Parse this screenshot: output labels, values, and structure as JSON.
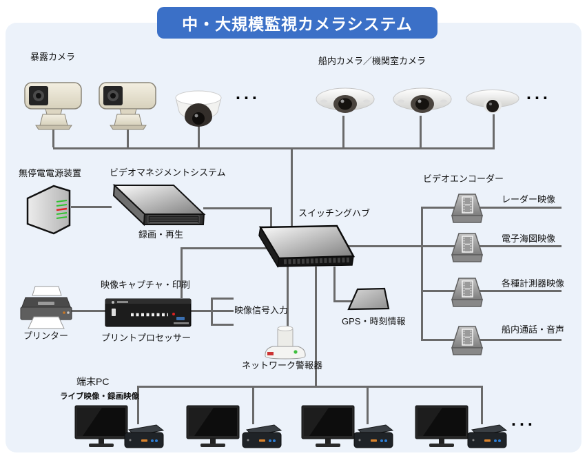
{
  "title": "中・大規模監視カメラシステム",
  "ellipsis": "...",
  "colors": {
    "banner": "#3b70c7",
    "panel": "#ecf2fa",
    "line": "#6a6a6a"
  },
  "nodes": {
    "exposed_cameras": "暴露カメラ",
    "ship_cameras": "船内カメラ／機関室カメラ",
    "ups": "無停電電源装置",
    "vms": "ビデオマネジメントシステム",
    "vms_caption": "録画・再生",
    "hub": "スイッチングハブ",
    "encoder_group": "ビデオエンコーダー",
    "encoder_sources": [
      "レーダー映像",
      "電子海図映像",
      "各種計測器映像",
      "船内通話・音声"
    ],
    "capture_print": "映像キャプチャ・印刷",
    "printer": "プリンター",
    "print_processor": "プリントプロセッサー",
    "video_signal_input": "映像信号入力",
    "gps": "GPS・時刻情報",
    "network_alarm": "ネットワーク警報器",
    "terminal_pc": "端末PC",
    "terminal_pc_caption": "ライブ映像・録画映像"
  }
}
